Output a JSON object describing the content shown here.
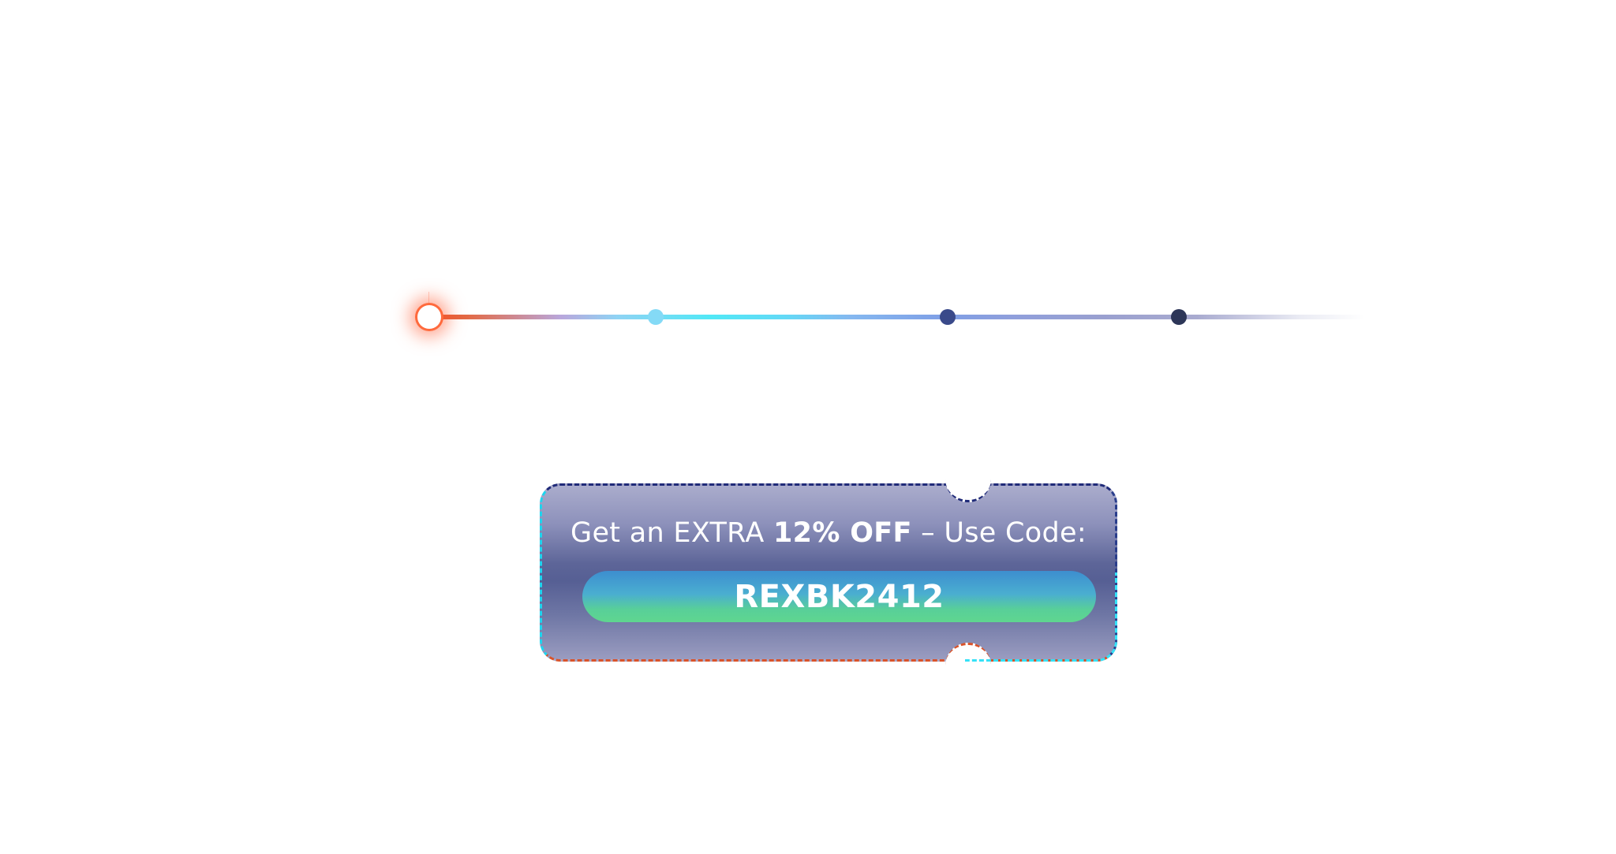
{
  "coupon": {
    "text_prefix": "Get an EXTRA ",
    "text_bold": "12% OFF",
    "text_suffix": " – Use Code:",
    "code": "REXBK2412"
  },
  "timeline": {
    "active_step": 1,
    "step_count": 4
  },
  "colors": {
    "accent_orange": "#e8542c",
    "accent_cyan": "#51e8f6",
    "navy": "#2d3658",
    "coupon_mid": "#565f94",
    "pill_top": "#3d8ecf",
    "pill_bottom": "#5fd68f"
  }
}
